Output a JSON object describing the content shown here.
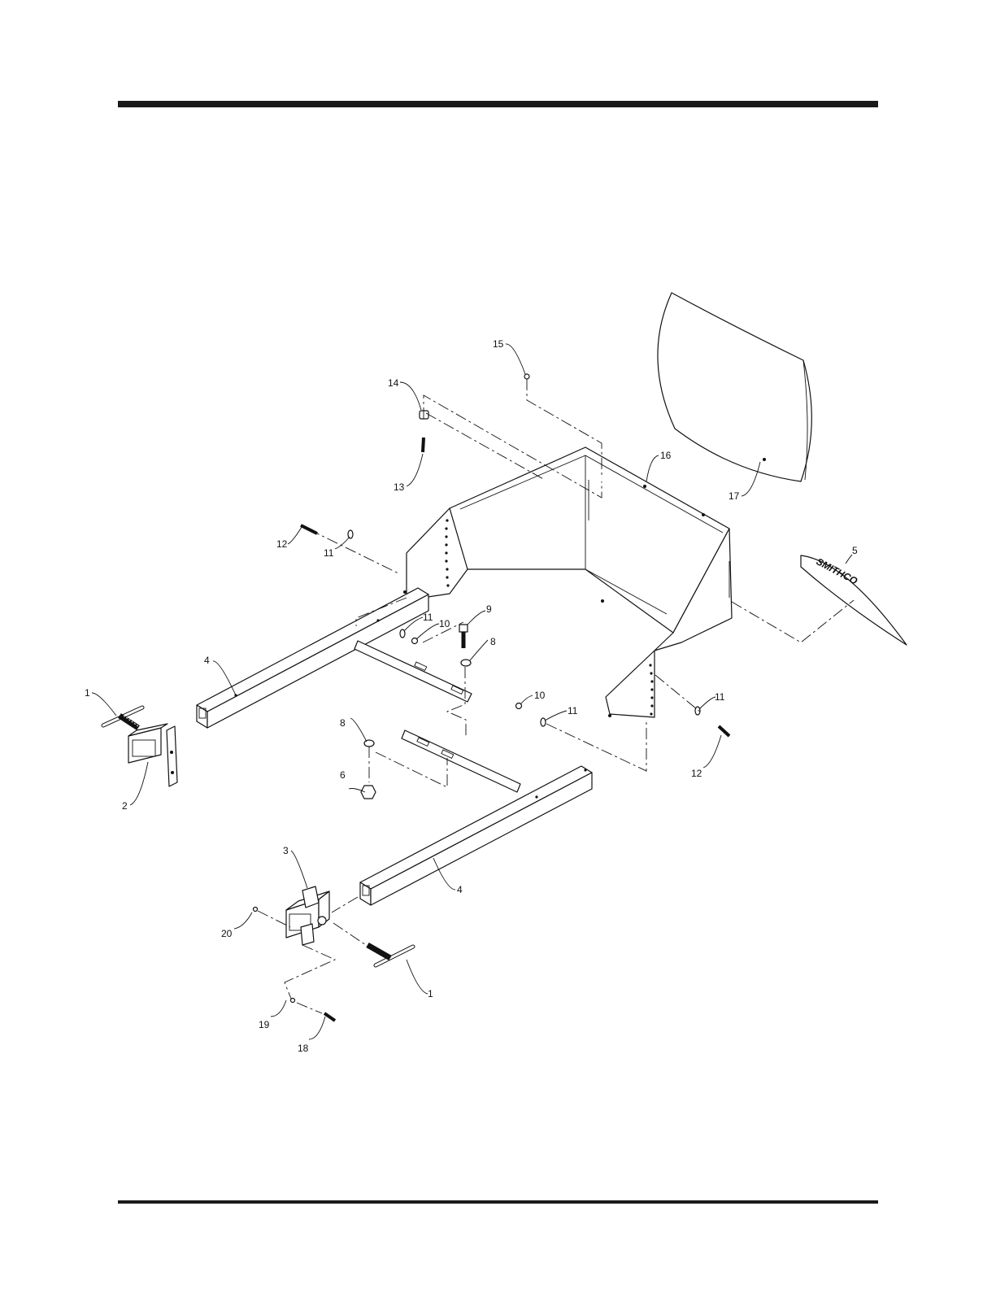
{
  "callouts": {
    "c1a": "1",
    "c1b": "1",
    "c2": "2",
    "c3": "3",
    "c4a": "4",
    "c4b": "4",
    "c5": "5",
    "c6": "6",
    "c8a": "8",
    "c8b": "8",
    "c9": "9",
    "c10a": "10",
    "c10b": "10",
    "c11a": "11",
    "c11b": "11",
    "c11c": "11",
    "c11d": "11",
    "c12a": "12",
    "c12b": "12",
    "c13": "13",
    "c14": "14",
    "c15": "15",
    "c16": "16",
    "c17": "17",
    "c18": "18",
    "c19": "19",
    "c20": "20"
  },
  "decal_text": "SMITHCO"
}
